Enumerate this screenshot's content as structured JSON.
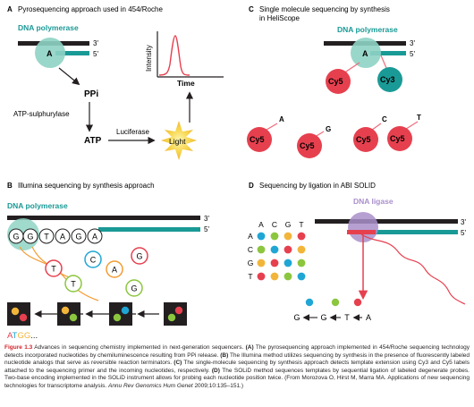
{
  "panel_a": {
    "letter": "A",
    "title": "Pyrosequencing approach used in 454/Roche",
    "enzyme": "DNA polymerase",
    "base": "A",
    "strand_end_top": "3'",
    "strand_end_bottom": "5'",
    "ppi": "PPi",
    "atp_sulph": "ATP-sulphurylase",
    "atp": "ATP",
    "luciferase": "Luciferase",
    "light": "Light",
    "y_axis": "Intensity",
    "x_axis": "Time"
  },
  "panel_b": {
    "letter": "B",
    "title": "Illumina sequencing by synthesis approach",
    "enzyme": "DNA polymerase",
    "strand_end_top": "3'",
    "strand_end_bottom": "5'",
    "template_bases": [
      "G",
      "G",
      "T",
      "A",
      "G",
      "A"
    ],
    "free_nucleotides": [
      "T",
      "C",
      "G",
      "T",
      "A",
      "G"
    ],
    "read_letters": [
      "A",
      "T",
      "G",
      "G"
    ],
    "read_ellipsis": "..."
  },
  "panel_c": {
    "letter": "C",
    "title_line1": "Single molecule sequencing by synthesis",
    "title_line2": "in HeliScope",
    "enzyme": "DNA polymerase",
    "base": "A",
    "strand_end_top": "3'",
    "strand_end_bottom": "5'",
    "bound_labels": [
      "Cy5",
      "Cy3"
    ],
    "free_labels": [
      "Cy5",
      "Cy5",
      "Cy5",
      "Cy5"
    ],
    "free_bases": [
      "A",
      "G",
      "C",
      "T"
    ]
  },
  "panel_d": {
    "letter": "D",
    "title": "Sequencing by ligation in ABI SOLID",
    "enzyme": "DNA ligase",
    "strand_end_top": "3'",
    "strand_end_bottom": "5'",
    "matrix_cols": [
      "A",
      "C",
      "G",
      "T"
    ],
    "matrix_rows": [
      "A",
      "C",
      "G",
      "T"
    ],
    "decoded": [
      "G",
      "G",
      "T",
      "A"
    ]
  },
  "caption": {
    "label": "Figure 1.3",
    "intro": " Advances in sequencing chemistry implemented in next-generation sequencers. ",
    "a_label": "(A)",
    "a_text": " The pyrosequencing approach implemented in 454/Roche sequencing technology detects incorporated nucleotides by chemiluminescence resulting from PPi release. ",
    "b_label": "(B)",
    "b_text": " The Illumina method utilizes sequencing by synthesis in the presence of fluorescently labeled nucleotide analogs that serve as reversible reaction terminators. ",
    "c_label": "(C)",
    "c_text": " The single-molecule sequencing by synthesis approach detects template extension using Cy3 and Cy5 labels attached to the sequencing primer and the incoming nucleotides, respectively. ",
    "d_label": "(D)",
    "d_text": " The SOLiD method sequences templates by sequential ligation of labeled degenerate probes. Two-base encoding implemented in the SOLiD instrument allows for probing each nucleotide position twice. (From Morozova O, Hirst M, Marra MA. Applications of new sequencing technologies for transcriptome analysis. ",
    "journal": "Annu Rev Genomics Hum Genet",
    "citation_end": " 2009;10:135–151.)"
  },
  "colors": {
    "teal": "#1a9a96",
    "light_teal": "#8ed3c4",
    "red": "#e6404f",
    "pink": "#ef6b7a",
    "orange": "#f39c33",
    "yellow": "#f2b53a",
    "green": "#8cc63f",
    "blue": "#20a6d5",
    "purple": "#a98fca",
    "black": "#231f20",
    "caption_label": "#d2232a"
  }
}
